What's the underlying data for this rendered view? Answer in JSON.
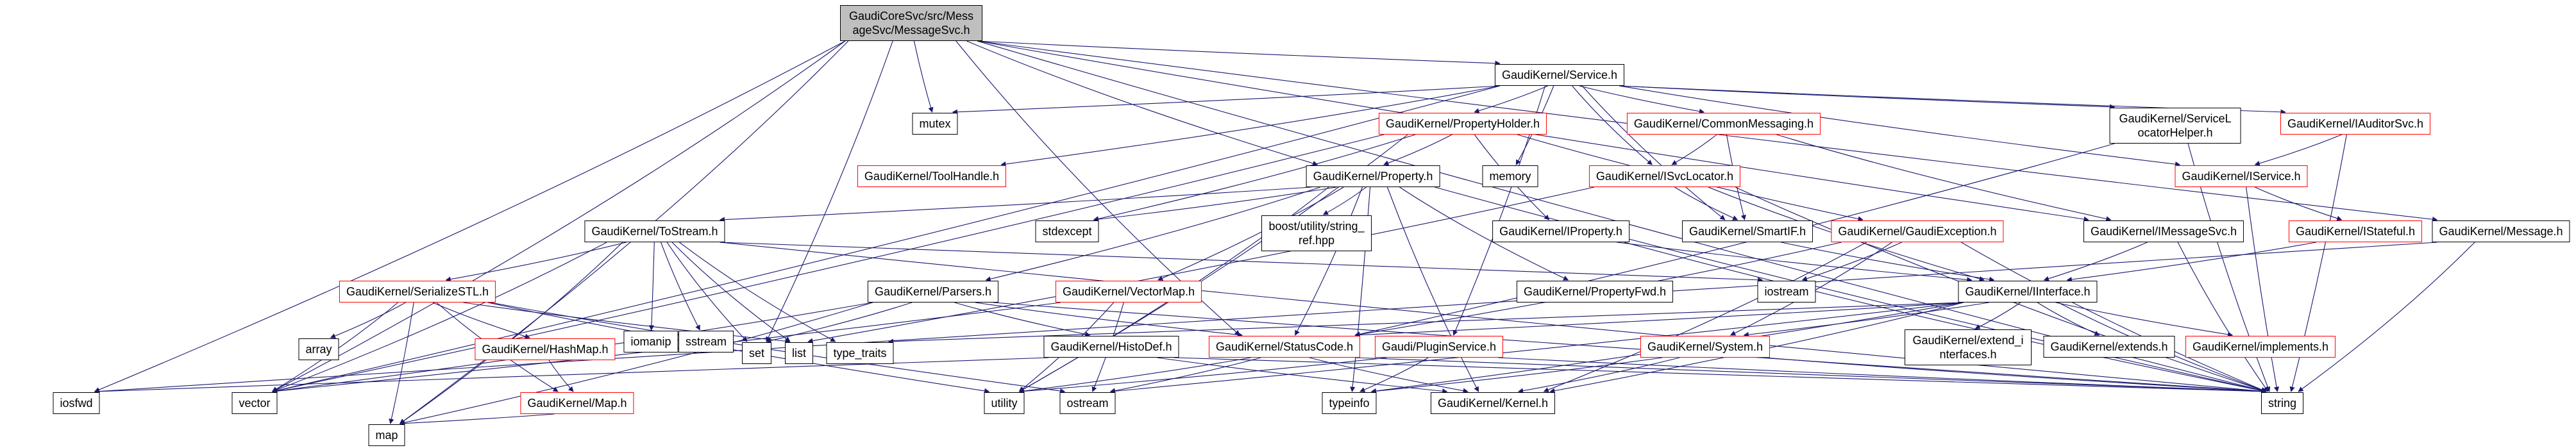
{
  "diagram": {
    "kind": "doxygen-include-dependency-graph",
    "root_file": "GaudiCoreSvc/src/MessageSvc/MessageSvc.h",
    "colors": {
      "edge": "#191970",
      "node_border": "#000000",
      "truncated_node_border": "#ff0000",
      "main_node_fill": "#bfbfbf",
      "background": "#ffffff"
    }
  },
  "nodes": {
    "main": {
      "label": "GaudiCoreSvc/src/MessageSvc/MessageSvc.h",
      "truncated": false,
      "main": true
    },
    "service": {
      "label": "GaudiKernel/Service.h",
      "truncated": false
    },
    "mutex": {
      "label": "mutex",
      "truncated": false
    },
    "propertyholder": {
      "label": "GaudiKernel/PropertyHolder.h",
      "truncated": true
    },
    "commonmessaging": {
      "label": "GaudiKernel/CommonMessaging.h",
      "truncated": true
    },
    "svclocatorhelper": {
      "label": "GaudiKernel/ServiceLocatorHelper.h",
      "truncated": false
    },
    "iauditorsvc": {
      "label": "GaudiKernel/IAuditorSvc.h",
      "truncated": true
    },
    "toolhandle": {
      "label": "GaudiKernel/ToolHandle.h",
      "truncated": true
    },
    "property": {
      "label": "GaudiKernel/Property.h",
      "truncated": false
    },
    "memory": {
      "label": "memory",
      "truncated": false
    },
    "isvclocator": {
      "label": "GaudiKernel/ISvcLocator.h",
      "truncated": true
    },
    "iservice": {
      "label": "GaudiKernel/IService.h",
      "truncated": true
    },
    "tostream": {
      "label": "GaudiKernel/ToStream.h",
      "truncated": false
    },
    "stdexcept": {
      "label": "stdexcept",
      "truncated": false
    },
    "stringref": {
      "label": "boost/utility/string_ref.hpp",
      "truncated": false
    },
    "iproperty": {
      "label": "GaudiKernel/IProperty.h",
      "truncated": false
    },
    "smartif": {
      "label": "GaudiKernel/SmartIF.h",
      "truncated": false
    },
    "gaudiexception": {
      "label": "GaudiKernel/GaudiException.h",
      "truncated": true
    },
    "imessagesvc": {
      "label": "GaudiKernel/IMessageSvc.h",
      "truncated": false
    },
    "istateful": {
      "label": "GaudiKernel/IStateful.h",
      "truncated": true
    },
    "message": {
      "label": "GaudiKernel/Message.h",
      "truncated": false
    },
    "serializestl": {
      "label": "GaudiKernel/SerializeSTL.h",
      "truncated": true
    },
    "parsers": {
      "label": "GaudiKernel/Parsers.h",
      "truncated": false
    },
    "vectormap": {
      "label": "GaudiKernel/VectorMap.h",
      "truncated": true
    },
    "propertyfwd": {
      "label": "GaudiKernel/PropertyFwd.h",
      "truncated": false
    },
    "iostream": {
      "label": "iostream",
      "truncated": false
    },
    "iinterface": {
      "label": "GaudiKernel/IInterface.h",
      "truncated": false
    },
    "array": {
      "label": "array",
      "truncated": false
    },
    "hashmap": {
      "label": "GaudiKernel/HashMap.h",
      "truncated": true
    },
    "iomanip": {
      "label": "iomanip",
      "truncated": false
    },
    "sstream": {
      "label": "sstream",
      "truncated": false
    },
    "set": {
      "label": "set",
      "truncated": false
    },
    "list": {
      "label": "list",
      "truncated": false
    },
    "typetraits": {
      "label": "type_traits",
      "truncated": false
    },
    "histodef": {
      "label": "GaudiKernel/HistoDef.h",
      "truncated": false
    },
    "statuscode": {
      "label": "GaudiKernel/StatusCode.h",
      "truncated": true
    },
    "pluginservice": {
      "label": "Gaudi/PluginService.h",
      "truncated": true
    },
    "system": {
      "label": "GaudiKernel/System.h",
      "truncated": true
    },
    "extendinterfaces": {
      "label": "GaudiKernel/extend_interfaces.h",
      "truncated": false
    },
    "extends": {
      "label": "GaudiKernel/extends.h",
      "truncated": false
    },
    "implements": {
      "label": "GaudiKernel/implements.h",
      "truncated": true
    },
    "iosfwd": {
      "label": "iosfwd",
      "truncated": false
    },
    "vector": {
      "label": "vector",
      "truncated": false
    },
    "mapheader": {
      "label": "GaudiKernel/Map.h",
      "truncated": true
    },
    "utility": {
      "label": "utility",
      "truncated": false
    },
    "ostream": {
      "label": "ostream",
      "truncated": false
    },
    "typeinfo": {
      "label": "typeinfo",
      "truncated": false
    },
    "kernel": {
      "label": "GaudiKernel/Kernel.h",
      "truncated": false
    },
    "string": {
      "label": "string",
      "truncated": false
    },
    "stdmap": {
      "label": "map",
      "truncated": false
    }
  },
  "edges": [
    [
      "main",
      "service"
    ],
    [
      "main",
      "mutex"
    ],
    [
      "main",
      "property"
    ],
    [
      "main",
      "statuscode"
    ],
    [
      "main",
      "imessagesvc"
    ],
    [
      "main",
      "message"
    ],
    [
      "main",
      "iosfwd"
    ],
    [
      "main",
      "stdmap"
    ],
    [
      "main",
      "set"
    ],
    [
      "main",
      "string"
    ],
    [
      "main",
      "vector"
    ],
    [
      "service",
      "propertyholder"
    ],
    [
      "service",
      "commonmessaging"
    ],
    [
      "service",
      "svclocatorhelper"
    ],
    [
      "service",
      "iauditorsvc"
    ],
    [
      "service",
      "toolhandle"
    ],
    [
      "service",
      "isvclocator"
    ],
    [
      "service",
      "iservice"
    ],
    [
      "service",
      "smartif"
    ],
    [
      "service",
      "pluginservice"
    ],
    [
      "service",
      "memory"
    ],
    [
      "service",
      "mutex"
    ],
    [
      "service",
      "vector"
    ],
    [
      "propertyholder",
      "property"
    ],
    [
      "propertyholder",
      "iproperty"
    ],
    [
      "propertyholder",
      "gaudiexception"
    ],
    [
      "propertyholder",
      "stdexcept"
    ],
    [
      "propertyholder",
      "utility"
    ],
    [
      "propertyholder",
      "vector"
    ],
    [
      "commonmessaging",
      "imessagesvc"
    ],
    [
      "commonmessaging",
      "isvclocator"
    ],
    [
      "commonmessaging",
      "smartif"
    ],
    [
      "svclocatorhelper",
      "statuscode"
    ],
    [
      "svclocatorhelper",
      "string"
    ],
    [
      "iauditorsvc",
      "iservice"
    ],
    [
      "iauditorsvc",
      "string"
    ],
    [
      "property",
      "tostream"
    ],
    [
      "property",
      "parsers"
    ],
    [
      "property",
      "vectormap"
    ],
    [
      "property",
      "propertyfwd"
    ],
    [
      "property",
      "stringref"
    ],
    [
      "property",
      "statuscode"
    ],
    [
      "property",
      "stdexcept"
    ],
    [
      "property",
      "string"
    ],
    [
      "property",
      "typeinfo"
    ],
    [
      "property",
      "utility"
    ],
    [
      "property",
      "kernel"
    ],
    [
      "isvclocator",
      "iinterface"
    ],
    [
      "isvclocator",
      "smartif"
    ],
    [
      "isvclocator",
      "list"
    ],
    [
      "isvclocator",
      "string"
    ],
    [
      "iservice",
      "istateful"
    ],
    [
      "iservice",
      "string"
    ],
    [
      "tostream",
      "serializestl"
    ],
    [
      "tostream",
      "iomanip"
    ],
    [
      "tostream",
      "sstream"
    ],
    [
      "tostream",
      "iostream"
    ],
    [
      "tostream",
      "set"
    ],
    [
      "tostream",
      "list"
    ],
    [
      "tostream",
      "typetraits"
    ],
    [
      "tostream",
      "stdmap"
    ],
    [
      "tostream",
      "vector"
    ],
    [
      "tostream",
      "string"
    ],
    [
      "iproperty",
      "iinterface"
    ],
    [
      "iproperty",
      "string"
    ],
    [
      "smartif",
      "iinterface"
    ],
    [
      "gaudiexception",
      "kernel"
    ],
    [
      "gaudiexception",
      "statuscode"
    ],
    [
      "gaudiexception",
      "system"
    ],
    [
      "gaudiexception",
      "iostream"
    ],
    [
      "gaudiexception",
      "string"
    ],
    [
      "imessagesvc",
      "iinterface"
    ],
    [
      "imessagesvc",
      "string"
    ],
    [
      "istateful",
      "iinterface"
    ],
    [
      "message",
      "string"
    ],
    [
      "message",
      "iosfwd"
    ],
    [
      "serializestl",
      "hashmap"
    ],
    [
      "serializestl",
      "mapheader"
    ],
    [
      "serializestl",
      "array"
    ],
    [
      "serializestl",
      "list"
    ],
    [
      "serializestl",
      "stdmap"
    ],
    [
      "serializestl",
      "ostream"
    ],
    [
      "serializestl",
      "utility"
    ],
    [
      "serializestl",
      "vector"
    ],
    [
      "parsers",
      "histodef"
    ],
    [
      "parsers",
      "statuscode"
    ],
    [
      "parsers",
      "set"
    ],
    [
      "parsers",
      "stdmap"
    ],
    [
      "parsers",
      "string"
    ],
    [
      "parsers",
      "vector"
    ],
    [
      "vectormap",
      "utility"
    ],
    [
      "vectormap",
      "ostream"
    ],
    [
      "vectormap",
      "vector"
    ],
    [
      "iinterface",
      "kernel"
    ],
    [
      "iinterface",
      "statuscode"
    ],
    [
      "iinterface",
      "system"
    ],
    [
      "iinterface",
      "typeinfo"
    ],
    [
      "iinterface",
      "typetraits"
    ],
    [
      "iinterface",
      "ostream"
    ],
    [
      "iinterface",
      "extendinterfaces"
    ],
    [
      "iinterface",
      "extends"
    ],
    [
      "iinterface",
      "implements"
    ],
    [
      "iinterface",
      "string"
    ],
    [
      "hashmap",
      "mapheader"
    ],
    [
      "histodef",
      "kernel"
    ],
    [
      "histodef",
      "string"
    ],
    [
      "histodef",
      "iosfwd"
    ],
    [
      "statuscode",
      "kernel"
    ],
    [
      "statuscode",
      "ostream"
    ],
    [
      "statuscode",
      "utility"
    ],
    [
      "statuscode",
      "string"
    ],
    [
      "pluginservice",
      "string"
    ],
    [
      "pluginservice",
      "typeinfo"
    ],
    [
      "pluginservice",
      "utility"
    ],
    [
      "system",
      "kernel"
    ],
    [
      "system",
      "string"
    ],
    [
      "system",
      "typeinfo"
    ],
    [
      "mapheader",
      "stdmap"
    ]
  ]
}
